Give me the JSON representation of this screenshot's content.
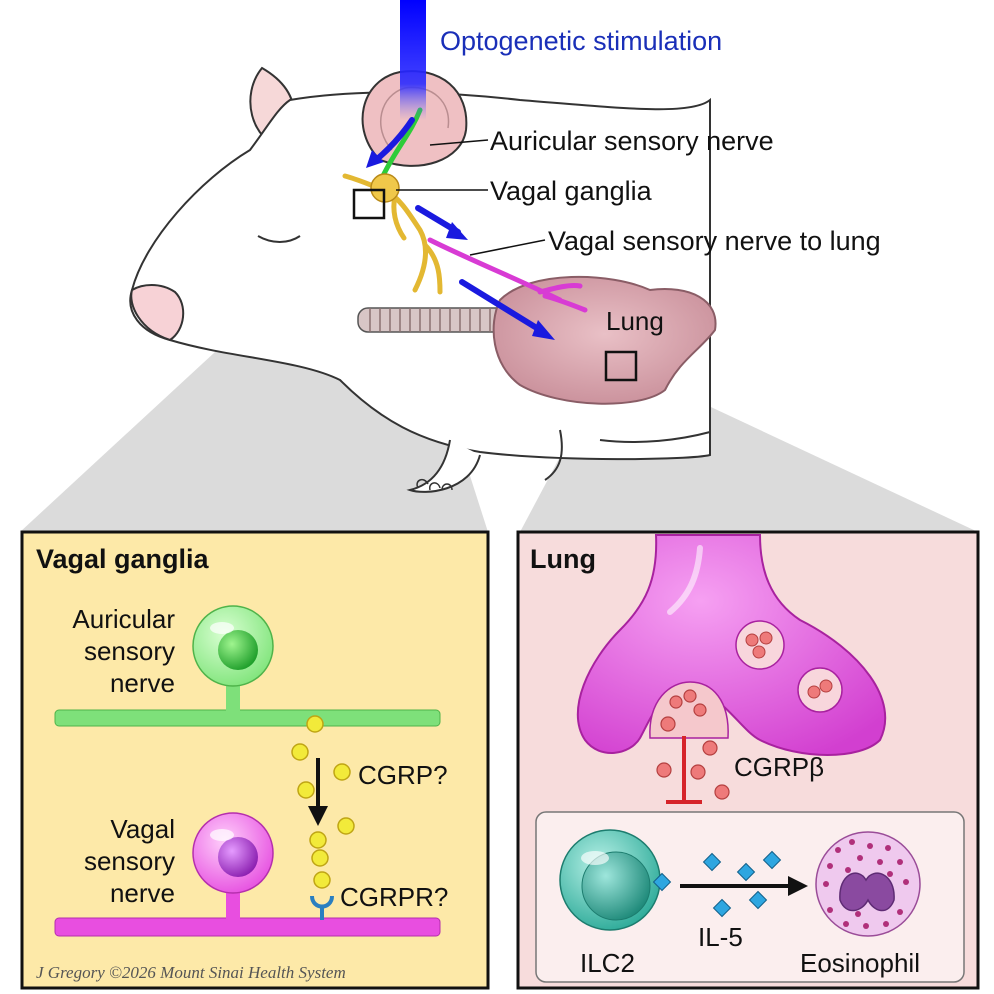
{
  "title": "Optogenetic stimulation",
  "labels": {
    "auricular": "Auricular sensory nerve",
    "vagal_ganglia": "Vagal ganglia",
    "vagal_lung": "Vagal sensory nerve to lung",
    "lung": "Lung"
  },
  "panel_left": {
    "title": "Vagal ganglia",
    "auricular_lines": [
      "Auricular",
      "sensory",
      "nerve"
    ],
    "vagal_lines": [
      "Vagal",
      "sensory",
      "nerve"
    ],
    "cgrp": "CGRP?",
    "cgrpr": "CGRPR?"
  },
  "panel_right": {
    "title": "Lung",
    "cgrpb": "CGRPβ",
    "ilc2": "ILC2",
    "il5": "IL-5",
    "eosinophil": "Eosinophil"
  },
  "credit": "J Gregory ©2026 Mount Sinai Health System",
  "colors": {
    "light_beam": "#1a1aff",
    "green_nerve": "#7ee07a",
    "magenta_nerve": "#e84ee0",
    "ganglia_yellow": "#f0c84a",
    "panel_left_bg": "#fde9a8",
    "panel_right_bg": "#f7dcdc",
    "cgrp_dot": "#f2ea3a",
    "cgrpb_dot": "#ee7a7a",
    "il5_diamond": "#2ea6e0",
    "ilc2": "#2fb9a8",
    "eosinophil": "#e7b9e6"
  }
}
